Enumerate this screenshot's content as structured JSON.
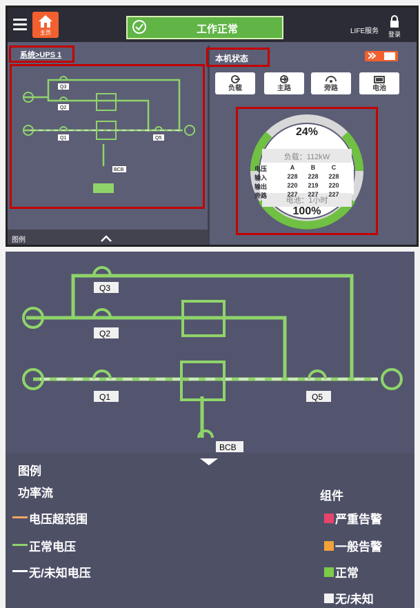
{
  "header": {
    "home_label": "主页",
    "status": "工作正常",
    "service": "LIFE服务",
    "login": "登录"
  },
  "breadcrumb": "系统>UPS 1",
  "diagram": {
    "switches": [
      "Q3",
      "Q2",
      "Q1",
      "Q5",
      "BCB"
    ]
  },
  "local_status": {
    "title": "本机状态",
    "actions": [
      "负载",
      "主路",
      "旁路",
      "电池"
    ]
  },
  "gauge": {
    "load_percent": "24%",
    "load_label": "负载：112kW",
    "table_headers": [
      "电压",
      "A",
      "B",
      "C"
    ],
    "rows": [
      {
        "label": "输入",
        "values": [
          "228",
          "228",
          "228"
        ]
      },
      {
        "label": "输出",
        "values": [
          "220",
          "219",
          "220"
        ]
      },
      {
        "label": "旁路",
        "values": [
          "227",
          "227",
          "227"
        ]
      }
    ],
    "battery_label": "电池：1小时",
    "battery_percent": "100%"
  },
  "legend": {
    "title": "图例",
    "power_flow_title": "功率流",
    "flows": [
      {
        "label": "电压超范围",
        "color": "#f4a460"
      },
      {
        "label": "正常电压",
        "color": "#8fd46a"
      },
      {
        "label": "无/未知电压",
        "color": "#ffffff"
      }
    ],
    "components_title": "组件",
    "components": [
      {
        "label": "严重告警",
        "color": "#e8446b"
      },
      {
        "label": "一般告警",
        "color": "#f2a23a"
      },
      {
        "label": "正常",
        "color": "#7ccc4a"
      },
      {
        "label": "无/未知",
        "color": "#f2f2f2"
      }
    ]
  },
  "colors": {
    "accent": "#f2602f",
    "ok": "#7dc143",
    "highlight": "#c40000"
  }
}
